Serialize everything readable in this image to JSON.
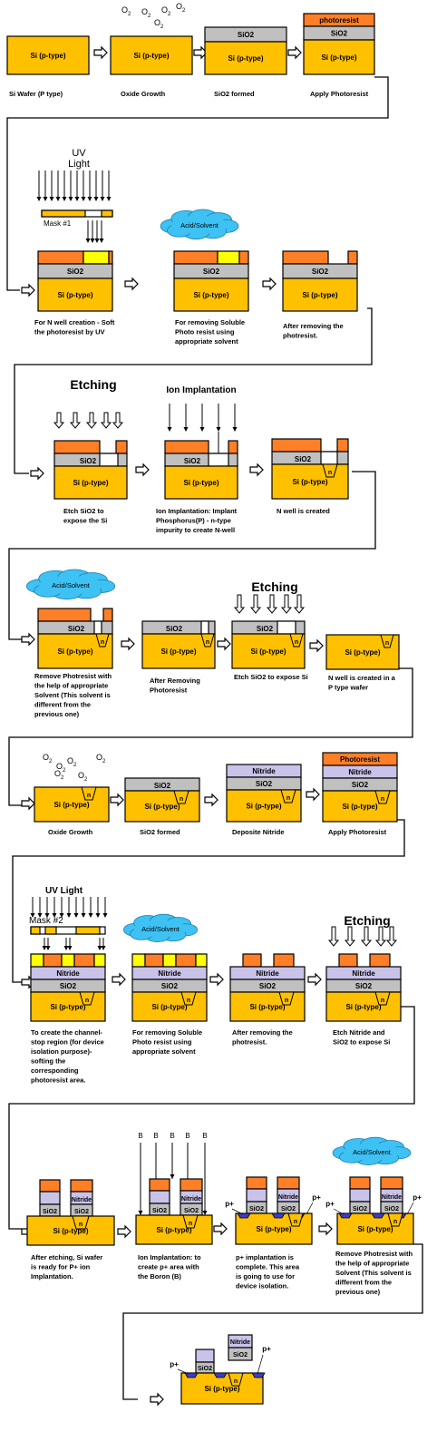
{
  "colors": {
    "si": "#ffc000",
    "sio2": "#c0c0c0",
    "nitride": "#c9c3ea",
    "photoresist": "#ff7f27",
    "soft_resist": "#ffff00",
    "implant": "#3c3cc8",
    "cloud": "#3ec1f3",
    "outline": "#000000"
  },
  "layer_labels": {
    "si_p": "Si (p-type)",
    "sio2": "SiO2",
    "nitride": "Nitride",
    "photoresist": "photoresist",
    "photoresist_cap": "Photoresist",
    "n": "n",
    "p_plus": "p+"
  },
  "gas_label": "O",
  "gas_subscript": "2",
  "uv_text": [
    "UV",
    "Light"
  ],
  "uv_light_2": "UV Light",
  "mask1": "Mask #1",
  "mask2": "Mask #2",
  "acid_solvent": "Acid/Solvent",
  "etching": "Etching",
  "ion_implantation": "Ion Implantation",
  "boron_symbol": "B",
  "row1_captions": [
    [
      "Si Wafer (P type)"
    ],
    [
      "Oxide Growth"
    ],
    [
      "SiO2 formed"
    ],
    [
      "Apply Photoresist"
    ]
  ],
  "row2_captions": [
    [
      "For N well creation - Soft",
      "the photoresist by UV"
    ],
    [
      "For removing Soluble",
      "Photo resist using",
      "appropriate solvent"
    ],
    [
      "After removing the",
      "photresist."
    ]
  ],
  "row3_captions": [
    [
      "Etch SiO2 to",
      "expose the Si"
    ],
    [
      "Ion Implantation: Implant",
      "Phosphorus(P) - n-type",
      "impurity to create N-well"
    ],
    [
      "N well is created"
    ]
  ],
  "row4_captions": [
    [
      "Remove Photresist with",
      "the help of appropriate",
      "Solvent (This solvent is",
      "different from the",
      "previous one)"
    ],
    [
      "After Removing",
      "Photoresist"
    ],
    [
      "Etch SiO2 to expose Si"
    ],
    [
      "N well is created in a",
      "P type wafer"
    ]
  ],
  "row5_captions": [
    [
      "Oxide Growth"
    ],
    [
      "SiO2 formed"
    ],
    [
      "Deposite Nitride"
    ],
    [
      "Apply Photoresist"
    ]
  ],
  "row6_captions": [
    [
      "To create the channel-",
      "stop region (for device",
      "isolation purpose)-",
      "softing the",
      "corresponding",
      "photoresist area."
    ],
    [
      "For removing Soluble",
      "Photo resist using",
      "appropriate solvent"
    ],
    [
      "After removing the",
      "photresist."
    ],
    [
      "Etch Nitride and",
      "SiO2 to expose Si"
    ]
  ],
  "row7_captions": [
    [
      "After etching, Si wafer",
      "is ready for P+ ion",
      "Implantation."
    ],
    [
      "Ion Implantation: to",
      "create p+ area with",
      "the Boron (B)"
    ],
    [
      "p+ implantation is",
      "complete. This area",
      "is going to use for",
      "device isolation."
    ],
    [
      "Remove Photresist with",
      "the help of appropriate",
      "Solvent (This solvent is",
      "different from the",
      "previous one)"
    ]
  ]
}
